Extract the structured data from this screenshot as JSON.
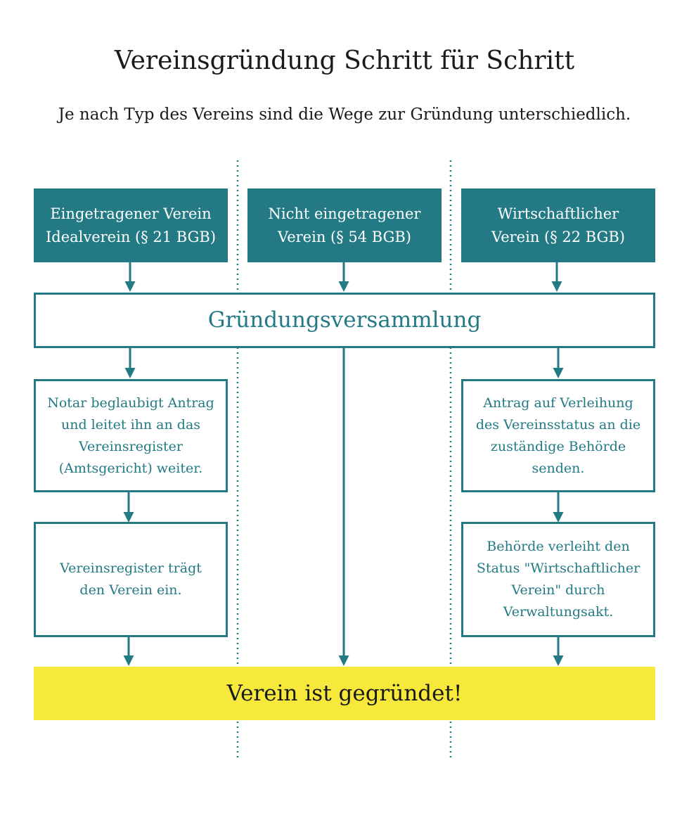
{
  "title": "Vereinsgründung Schritt für Schritt",
  "subtitle": "Je nach Typ des Vereins sind die Wege zur Gründung unterschiedlich.",
  "colors": {
    "teal": "#237a84",
    "yellow": "#f6e93b"
  },
  "columns": [
    {
      "header": [
        "Eingetragener Verein",
        "Idealverein (§ 21 BGB)"
      ]
    },
    {
      "header": [
        "Nicht eingetragener",
        "Verein (§ 54 BGB)"
      ]
    },
    {
      "header": [
        "Wirtschaftlicher",
        "Verein (§ 22 BGB)"
      ]
    }
  ],
  "gruendungsversammlung": "Gründungsversammlung",
  "left_steps": [
    [
      "Notar beglaubigt Antrag",
      "und leitet ihn an das",
      "Vereinsregister",
      "(Amtsgericht) weiter."
    ],
    [
      "Vereinsregister trägt",
      "den Verein ein."
    ]
  ],
  "right_steps": [
    [
      "Antrag auf Verleihung",
      "des Vereinsstatus an die",
      "zuständige Behörde",
      "senden."
    ],
    [
      "Behörde verleiht den",
      "Status \"Wirtschaftlicher",
      "Verein\" durch",
      "Verwaltungsakt."
    ]
  ],
  "final": "Verein ist gegründet!"
}
